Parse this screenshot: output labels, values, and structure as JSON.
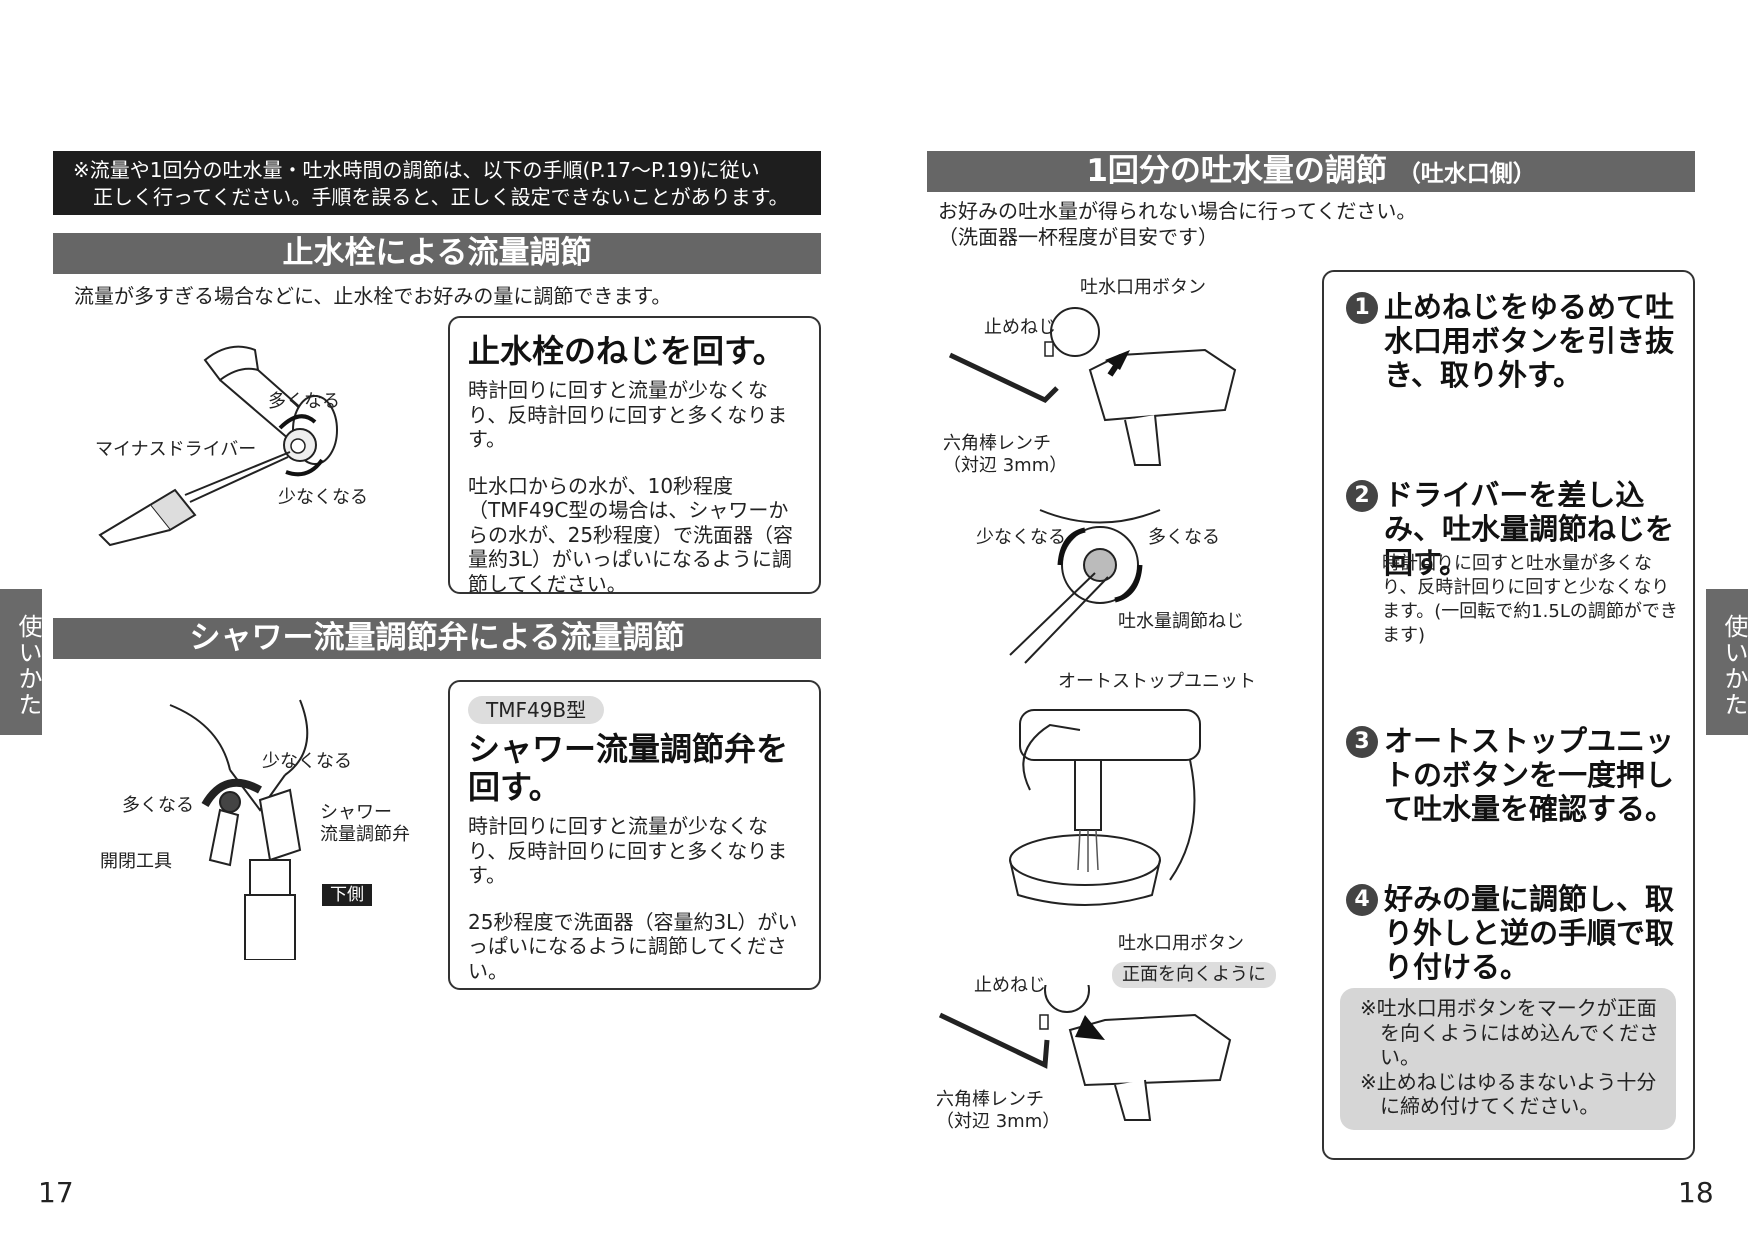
{
  "left_page": {
    "notice_line1": "※流量や1回分の吐水量・吐水時間の調節は、以下の手順(P.17〜P.19)に従い",
    "notice_line2": "正しく行ってください。手順を誤ると、正しく設定できないことがあります。",
    "section1": {
      "title": "止水栓による流量調節",
      "lead": "流量が多すぎる場合などに、止水栓でお好みの量に調節できます。",
      "figure_labels": {
        "more": "多くなる",
        "screwdriver": "マイナスドライバー",
        "less": "少なくなる"
      },
      "box_title": "止水栓のねじを回す。",
      "box_p1": "時計回りに回すと流量が少なくなり、反時計回りに回すと多くなります。",
      "box_p2": "吐水口からの水が、10秒程度（TMF49C型の場合は、シャワーからの水が、25秒程度）で洗面器（容量約3L）がいっぱいになるように調節してください。"
    },
    "section2": {
      "title": "シャワー流量調節弁による流量調節",
      "figure_labels": {
        "less": "少なくなる",
        "more": "多くなる",
        "valve1": "シャワー",
        "valve2": "流量調節弁",
        "tool": "開閉工具",
        "bottom": "下側"
      },
      "model": "TMF49B型",
      "box_title": "シャワー流量調節弁を回す。",
      "box_p1": "時計回りに回すと流量が少なくなり、反時計回りに回すと多くなります。",
      "box_p2": "25秒程度で洗面器（容量約3L）がいっぱいになるように調節してください。"
    },
    "side_tab": "使いかた",
    "page_number": "17"
  },
  "right_page": {
    "title_main": "1回分の吐水量の調節",
    "title_sub": "（吐水口側）",
    "lead1": "お好みの吐水量が得られない場合に行ってください。",
    "lead2": "（洗面器一杯程度が目安です）",
    "figure_labels": {
      "spout_button": "吐水口用ボタン",
      "stop_screw": "止めねじ",
      "hex_wrench": "六角棒レンチ",
      "hex_size": "（対辺 3mm）",
      "less": "少なくなる",
      "more": "多くなる",
      "adjust_screw": "吐水量調節ねじ",
      "auto_stop": "オートストップユニット",
      "spout_button2": "吐水口用ボタン",
      "face_front": "正面を向くように",
      "stop_screw2": "止めねじ",
      "hex_wrench2": "六角棒レンチ",
      "hex_size2": "（対辺 3mm）"
    },
    "steps": [
      {
        "num": "1",
        "text": "止めねじをゆるめて吐水口用ボタンを引き抜き、取り外す。"
      },
      {
        "num": "2",
        "text": "ドライバーを差し込み、吐水量調節ねじを回す。",
        "sub": "時計回りに回すと吐水量が多くなり、反時計回りに回すと少なくなります。(一回転で約1.5Lの調節ができます)"
      },
      {
        "num": "3",
        "text": "オートストップユニットのボタンを一度押して吐水量を確認する。"
      },
      {
        "num": "4",
        "text": "好みの量に調節し、取り外しと逆の手順で取り付ける。"
      }
    ],
    "notes": [
      "※吐水口用ボタンをマークが正面を向くようにはめ込んでください。",
      "※止めねじはゆるまないよう十分に締め付けてください。"
    ],
    "side_tab": "使いかた",
    "page_number": "18"
  }
}
